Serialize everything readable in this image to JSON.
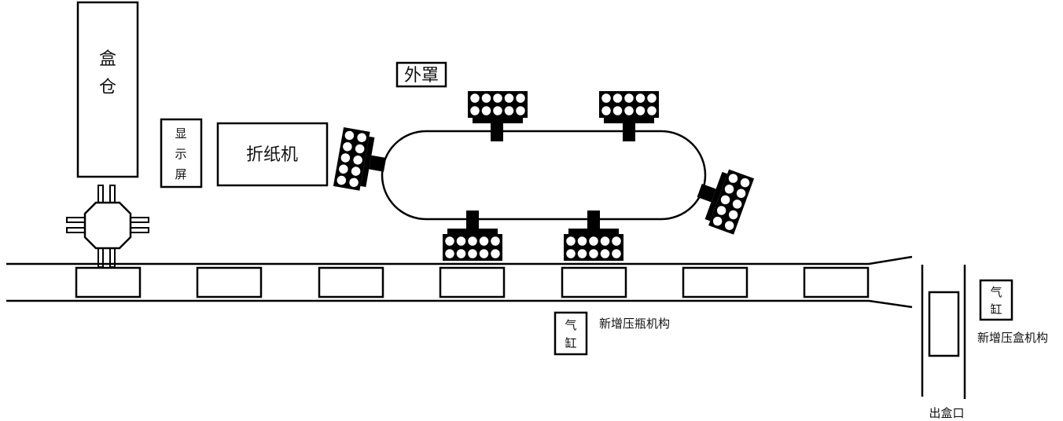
{
  "labels": {
    "box_storage": [
      "盒",
      "仓"
    ],
    "display": [
      "显",
      "示",
      "屏"
    ],
    "folder": "折纸机",
    "cover": "外罩",
    "cylinder_mid": [
      "气",
      "缸"
    ],
    "bottle_press": "新增压瓶机构",
    "cylinder_right": [
      "气",
      "缸"
    ],
    "box_press": "新增压盒机构",
    "box_exit": "出盒口"
  },
  "colors": {
    "stroke": "#000000",
    "background": "#ffffff"
  }
}
